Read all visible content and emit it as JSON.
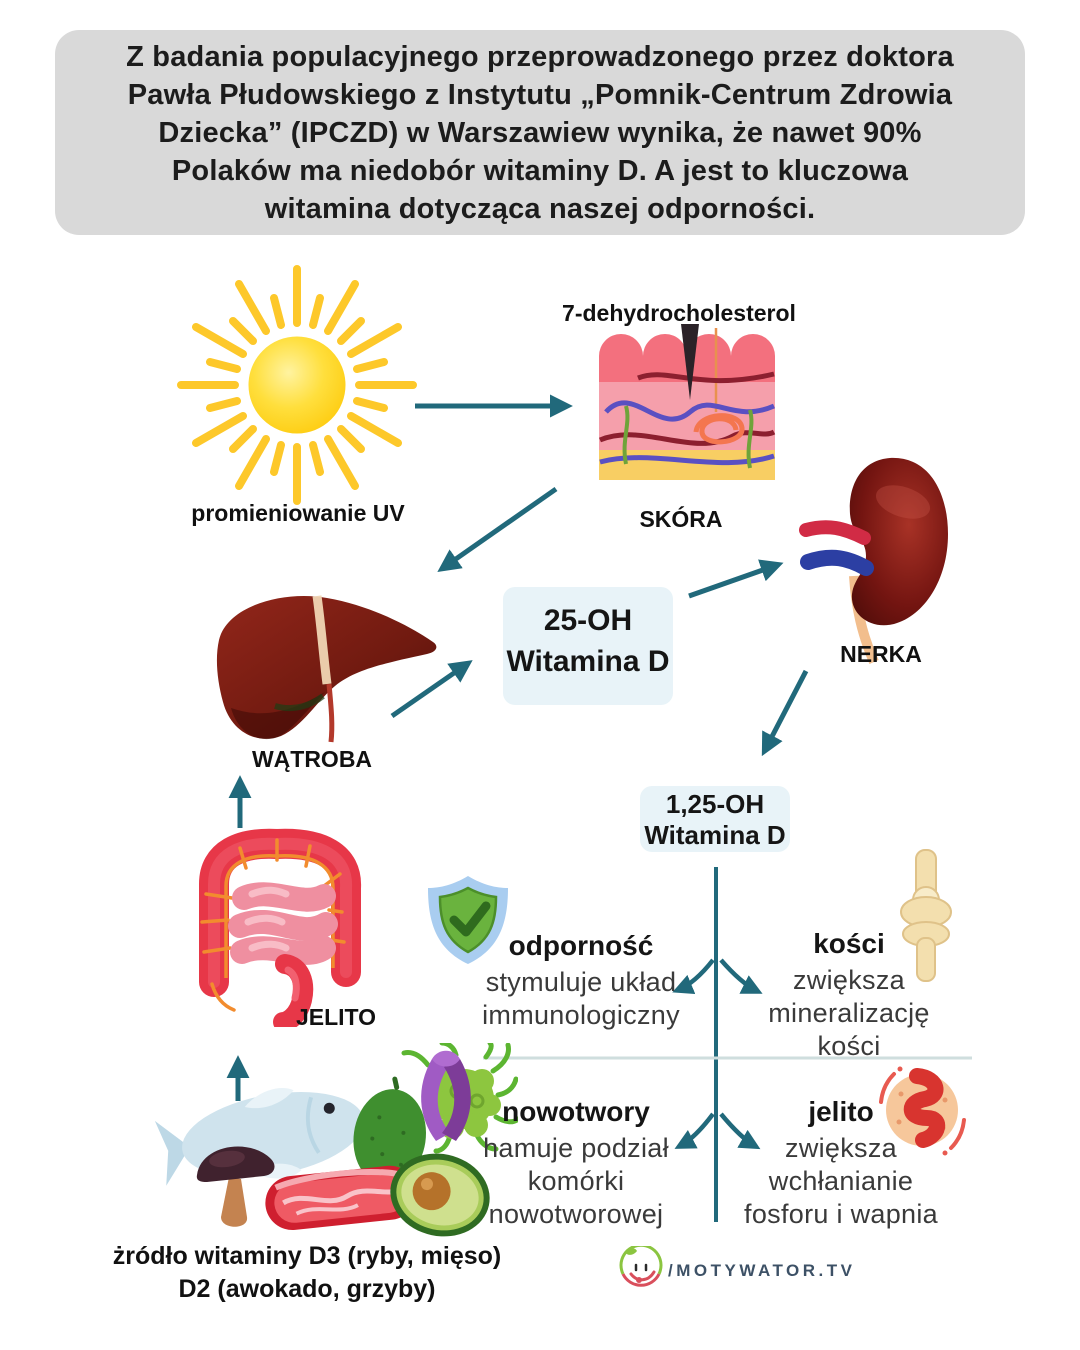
{
  "colors": {
    "arrow_teal": "#21697b",
    "header_bg": "#d9d9d9",
    "box_bg": "#e8f3f8",
    "logo_text_color": "#3d5166"
  },
  "header": {
    "lines": [
      "Z badania populacyjnego przeprowadzonego przez doktora",
      "Pawła Płudowskiego z Instytutu „Pomnik-Centrum Zdrowia",
      "Dziecka” (IPCZD) w Warszawiew wynika, że nawet 90%",
      "Polaków ma niedobór witaminy D. A jest to kluczowa",
      "witamina dotycząca naszej odporności."
    ]
  },
  "diagram": {
    "sun_label": "promieniowanie UV",
    "skin_top_label": "7-dehydrocholesterol",
    "skin_label": "SKÓRA",
    "liver_label": "WĄTROBA",
    "kidney_label": "NERKA",
    "intestine_label": "JELITO",
    "box_25": {
      "line1": "25-OH",
      "line2": "Witamina D"
    },
    "box_125": {
      "line1": "1,25-OH",
      "line2": "Witamina D"
    }
  },
  "effects": [
    {
      "id": "immunity",
      "title": "odporność",
      "lines": [
        "stymuluje układ",
        "immunologiczny"
      ]
    },
    {
      "id": "bones",
      "title": "kości",
      "lines": [
        "zwiększa",
        "mineralizację",
        "kości"
      ]
    },
    {
      "id": "cancer",
      "title": "nowotwory",
      "lines": [
        "hamuje podział",
        "komórki",
        "nowotworowej"
      ]
    },
    {
      "id": "gut",
      "title": "jelito",
      "lines": [
        "zwiększa",
        "wchłanianie",
        "fosforu i wapnia"
      ]
    }
  ],
  "sources_caption": {
    "line1": "żródło witaminy D3 (ryby, mięso)",
    "line2": "D2 (awokado, grzyby)"
  },
  "logo": {
    "text": "/MOTYWATOR.TV"
  },
  "icons": {
    "sun": "sun-icon",
    "skin": "skin-tissue-illustration",
    "liver": "liver-illustration",
    "kidney": "kidney-illustration",
    "intestine": "intestine-illustration",
    "food": "vitamin-d-food-illustration",
    "shield": "shield-check-icon",
    "cancer_cell": "cancer-cell-ribbon-icon",
    "bone": "knee-joint-bone-icon",
    "gut": "gut-circle-icon",
    "logo_face": "smiley-face-logo-icon"
  }
}
